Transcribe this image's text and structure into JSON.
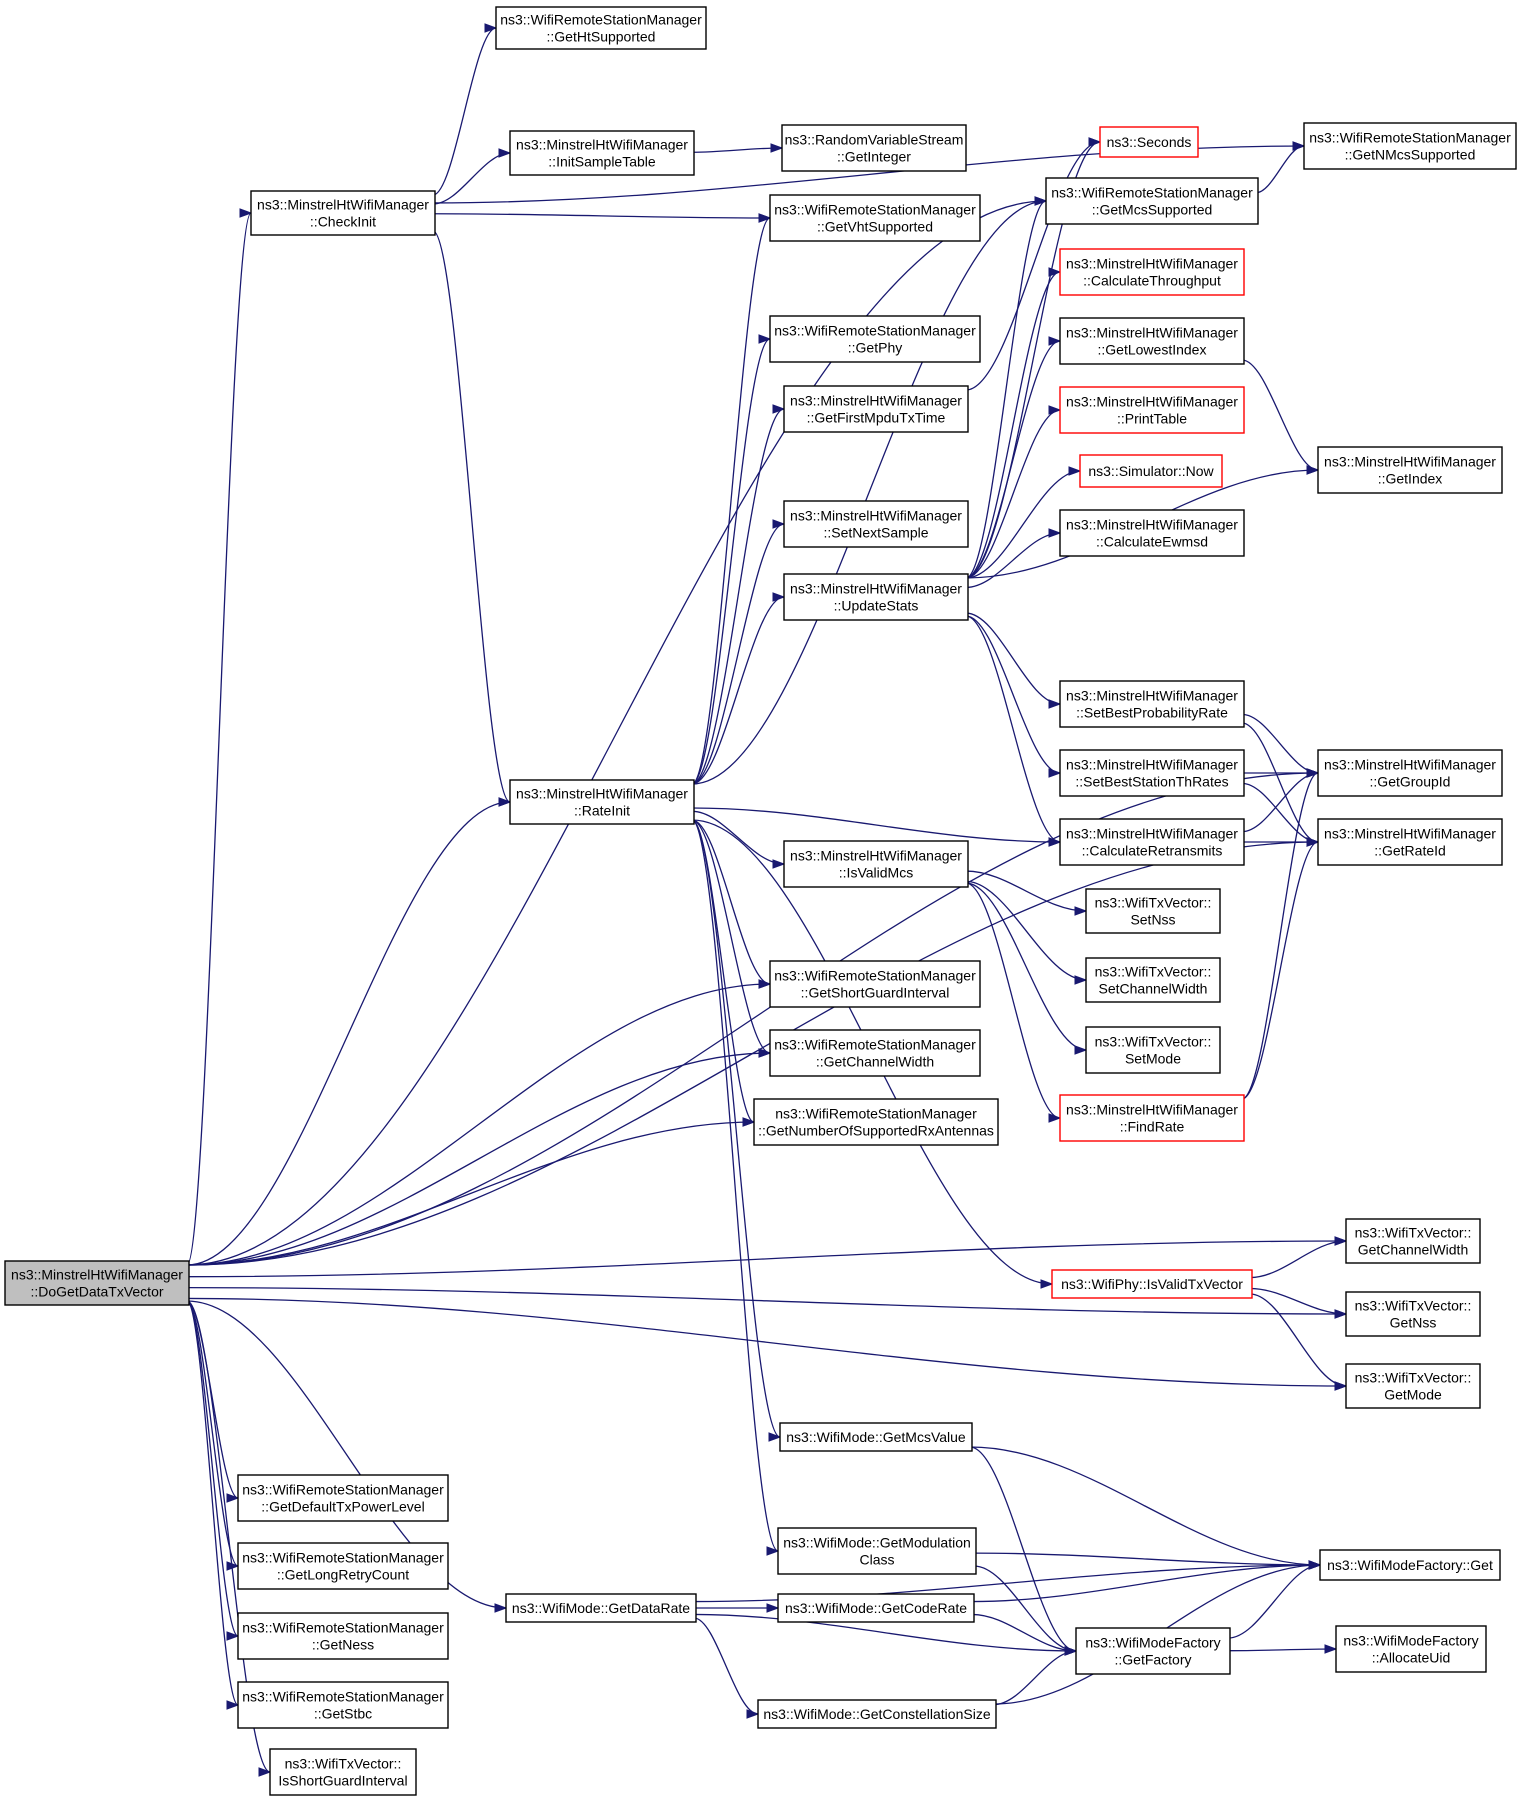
{
  "colors": {
    "edge": "#191970",
    "border": "#000000",
    "border_red": "#ff0000",
    "root_fill": "#bfbfbf"
  },
  "nodes": [
    {
      "id": "root",
      "lines": [
        "ns3::MinstrelHtWifiManager",
        "::DoGetDataTxVector"
      ],
      "style": "root"
    },
    {
      "id": "getHt",
      "lines": [
        "ns3::WifiRemoteStationManager",
        "::GetHtSupported"
      ]
    },
    {
      "id": "checkInit",
      "lines": [
        "ns3::MinstrelHtWifiManager",
        "::CheckInit"
      ]
    },
    {
      "id": "initSample",
      "lines": [
        "ns3::MinstrelHtWifiManager",
        "::InitSampleTable"
      ]
    },
    {
      "id": "rvsInt",
      "lines": [
        "ns3::RandomVariableStream",
        "::GetInteger"
      ]
    },
    {
      "id": "getVht",
      "lines": [
        "ns3::WifiRemoteStationManager",
        "::GetVhtSupported"
      ]
    },
    {
      "id": "getPhy",
      "lines": [
        "ns3::WifiRemoteStationManager",
        "::GetPhy"
      ]
    },
    {
      "id": "firstMpdu",
      "lines": [
        "ns3::MinstrelHtWifiManager",
        "::GetFirstMpduTxTime"
      ]
    },
    {
      "id": "setNext",
      "lines": [
        "ns3::MinstrelHtWifiManager",
        "::SetNextSample"
      ]
    },
    {
      "id": "updateStats",
      "lines": [
        "ns3::MinstrelHtWifiManager",
        "::UpdateStats"
      ]
    },
    {
      "id": "seconds",
      "lines": [
        "ns3::Seconds"
      ],
      "style": "red"
    },
    {
      "id": "getMcs",
      "lines": [
        "ns3::WifiRemoteStationManager",
        "::GetMcsSupported"
      ]
    },
    {
      "id": "calcTput",
      "lines": [
        "ns3::MinstrelHtWifiManager",
        "::CalculateThroughput"
      ],
      "style": "red"
    },
    {
      "id": "lowest",
      "lines": [
        "ns3::MinstrelHtWifiManager",
        "::GetLowestIndex"
      ]
    },
    {
      "id": "printTable",
      "lines": [
        "ns3::MinstrelHtWifiManager",
        "::PrintTable"
      ],
      "style": "red"
    },
    {
      "id": "simNow",
      "lines": [
        "ns3::Simulator::Now"
      ],
      "style": "red"
    },
    {
      "id": "ewmsd",
      "lines": [
        "ns3::MinstrelHtWifiManager",
        "::CalculateEwmsd"
      ]
    },
    {
      "id": "getNMcs",
      "lines": [
        "ns3::WifiRemoteStationManager",
        "::GetNMcsSupported"
      ]
    },
    {
      "id": "getIndex",
      "lines": [
        "ns3::MinstrelHtWifiManager",
        "::GetIndex"
      ]
    },
    {
      "id": "rateInit",
      "lines": [
        "ns3::MinstrelHtWifiManager",
        "::RateInit"
      ]
    },
    {
      "id": "setBestProb",
      "lines": [
        "ns3::MinstrelHtWifiManager",
        "::SetBestProbabilityRate"
      ]
    },
    {
      "id": "setBestTh",
      "lines": [
        "ns3::MinstrelHtWifiManager",
        "::SetBestStationThRates"
      ]
    },
    {
      "id": "calcRetr",
      "lines": [
        "ns3::MinstrelHtWifiManager",
        "::CalculateRetransmits"
      ]
    },
    {
      "id": "groupId",
      "lines": [
        "ns3::MinstrelHtWifiManager",
        "::GetGroupId"
      ]
    },
    {
      "id": "rateId",
      "lines": [
        "ns3::MinstrelHtWifiManager",
        "::GetRateId"
      ]
    },
    {
      "id": "isValidMcs",
      "lines": [
        "ns3::MinstrelHtWifiManager",
        "::IsValidMcs"
      ]
    },
    {
      "id": "setNss",
      "lines": [
        "ns3::WifiTxVector::",
        "SetNss"
      ]
    },
    {
      "id": "setChW",
      "lines": [
        "ns3::WifiTxVector::",
        "SetChannelWidth"
      ]
    },
    {
      "id": "setMode",
      "lines": [
        "ns3::WifiTxVector::",
        "SetMode"
      ]
    },
    {
      "id": "findRate",
      "lines": [
        "ns3::MinstrelHtWifiManager",
        "::FindRate"
      ],
      "style": "red"
    },
    {
      "id": "shortGI",
      "lines": [
        "ns3::WifiRemoteStationManager",
        "::GetShortGuardInterval"
      ]
    },
    {
      "id": "chWidth",
      "lines": [
        "ns3::WifiRemoteStationManager",
        "::GetChannelWidth"
      ]
    },
    {
      "id": "numRx",
      "lines": [
        "ns3::WifiRemoteStationManager",
        "::GetNumberOfSupportedRxAntennas"
      ]
    },
    {
      "id": "txChW",
      "lines": [
        "ns3::WifiTxVector::",
        "GetChannelWidth"
      ]
    },
    {
      "id": "isValidTx",
      "lines": [
        "ns3::WifiPhy::IsValidTxVector"
      ],
      "style": "red"
    },
    {
      "id": "txNss",
      "lines": [
        "ns3::WifiTxVector::",
        "GetNss"
      ]
    },
    {
      "id": "txMode",
      "lines": [
        "ns3::WifiTxVector::",
        "GetMode"
      ]
    },
    {
      "id": "mcsValue",
      "lines": [
        "ns3::WifiMode::GetMcsValue"
      ]
    },
    {
      "id": "modClass",
      "lines": [
        "ns3::WifiMode::GetModulation",
        "Class"
      ]
    },
    {
      "id": "factGet",
      "lines": [
        "ns3::WifiModeFactory::Get"
      ]
    },
    {
      "id": "codeRate",
      "lines": [
        "ns3::WifiMode::GetCodeRate"
      ]
    },
    {
      "id": "dataRate",
      "lines": [
        "ns3::WifiMode::GetDataRate"
      ]
    },
    {
      "id": "getFactory",
      "lines": [
        "ns3::WifiModeFactory",
        "::GetFactory"
      ]
    },
    {
      "id": "allocUid",
      "lines": [
        "ns3::WifiModeFactory",
        "::AllocateUid"
      ]
    },
    {
      "id": "constSize",
      "lines": [
        "ns3::WifiMode::GetConstellationSize"
      ]
    },
    {
      "id": "defPower",
      "lines": [
        "ns3::WifiRemoteStationManager",
        "::GetDefaultTxPowerLevel"
      ]
    },
    {
      "id": "longRetry",
      "lines": [
        "ns3::WifiRemoteStationManager",
        "::GetLongRetryCount"
      ]
    },
    {
      "id": "getNess",
      "lines": [
        "ns3::WifiRemoteStationManager",
        "::GetNess"
      ]
    },
    {
      "id": "getStbc",
      "lines": [
        "ns3::WifiRemoteStationManager",
        "::GetStbc"
      ]
    },
    {
      "id": "isShortGI",
      "lines": [
        "ns3::WifiTxVector::",
        "IsShortGuardInterval"
      ]
    }
  ],
  "edges": [
    [
      "root",
      "checkInit"
    ],
    [
      "root",
      "getMcs"
    ],
    [
      "root",
      "rateInit"
    ],
    [
      "root",
      "groupId"
    ],
    [
      "root",
      "shortGI"
    ],
    [
      "root",
      "chWidth"
    ],
    [
      "root",
      "numRx"
    ],
    [
      "root",
      "rateId"
    ],
    [
      "root",
      "txChW"
    ],
    [
      "root",
      "txNss"
    ],
    [
      "root",
      "txMode"
    ],
    [
      "root",
      "defPower"
    ],
    [
      "root",
      "longRetry"
    ],
    [
      "root",
      "getNess"
    ],
    [
      "root",
      "getStbc"
    ],
    [
      "root",
      "isShortGI"
    ],
    [
      "root",
      "dataRate"
    ],
    [
      "checkInit",
      "getHt"
    ],
    [
      "checkInit",
      "getNMcs"
    ],
    [
      "checkInit",
      "initSample"
    ],
    [
      "checkInit",
      "getVht"
    ],
    [
      "checkInit",
      "rateInit"
    ],
    [
      "initSample",
      "rvsInt"
    ],
    [
      "rateInit",
      "getVht"
    ],
    [
      "rateInit",
      "getPhy"
    ],
    [
      "rateInit",
      "firstMpdu"
    ],
    [
      "rateInit",
      "setNext"
    ],
    [
      "rateInit",
      "updateStats"
    ],
    [
      "rateInit",
      "getMcs"
    ],
    [
      "rateInit",
      "calcRetr"
    ],
    [
      "rateInit",
      "isValidMcs"
    ],
    [
      "rateInit",
      "shortGI"
    ],
    [
      "rateInit",
      "chWidth"
    ],
    [
      "rateInit",
      "numRx"
    ],
    [
      "rateInit",
      "isValidTx"
    ],
    [
      "rateInit",
      "mcsValue"
    ],
    [
      "rateInit",
      "modClass"
    ],
    [
      "firstMpdu",
      "seconds"
    ],
    [
      "updateStats",
      "seconds"
    ],
    [
      "updateStats",
      "getMcs"
    ],
    [
      "updateStats",
      "calcTput"
    ],
    [
      "updateStats",
      "lowest"
    ],
    [
      "updateStats",
      "printTable"
    ],
    [
      "updateStats",
      "simNow"
    ],
    [
      "updateStats",
      "ewmsd"
    ],
    [
      "updateStats",
      "getIndex"
    ],
    [
      "updateStats",
      "setBestProb"
    ],
    [
      "updateStats",
      "setBestTh"
    ],
    [
      "updateStats",
      "calcRetr"
    ],
    [
      "getMcs",
      "getNMcs"
    ],
    [
      "lowest",
      "getIndex"
    ],
    [
      "setBestProb",
      "groupId"
    ],
    [
      "setBestProb",
      "rateId"
    ],
    [
      "setBestTh",
      "groupId"
    ],
    [
      "setBestTh",
      "rateId"
    ],
    [
      "calcRetr",
      "groupId"
    ],
    [
      "calcRetr",
      "rateId"
    ],
    [
      "isValidMcs",
      "setNss"
    ],
    [
      "isValidMcs",
      "setChW"
    ],
    [
      "isValidMcs",
      "setMode"
    ],
    [
      "isValidMcs",
      "findRate"
    ],
    [
      "findRate",
      "groupId"
    ],
    [
      "findRate",
      "rateId"
    ],
    [
      "isValidTx",
      "txChW"
    ],
    [
      "isValidTx",
      "txNss"
    ],
    [
      "isValidTx",
      "txMode"
    ],
    [
      "mcsValue",
      "factGet"
    ],
    [
      "mcsValue",
      "getFactory"
    ],
    [
      "modClass",
      "factGet"
    ],
    [
      "modClass",
      "getFactory"
    ],
    [
      "dataRate",
      "factGet"
    ],
    [
      "dataRate",
      "codeRate"
    ],
    [
      "dataRate",
      "getFactory"
    ],
    [
      "dataRate",
      "constSize"
    ],
    [
      "codeRate",
      "factGet"
    ],
    [
      "codeRate",
      "getFactory"
    ],
    [
      "constSize",
      "getFactory"
    ],
    [
      "constSize",
      "factGet"
    ],
    [
      "getFactory",
      "factGet"
    ],
    [
      "getFactory",
      "allocUid"
    ]
  ]
}
